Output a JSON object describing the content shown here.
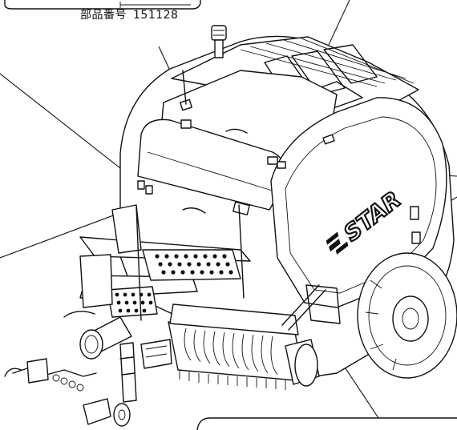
{
  "diagram": {
    "part_number_caption": "部品番号",
    "part_number_value": "151128",
    "brand_decal_text": "STAR",
    "label_callouts": [
      {
        "name": "top-left-callout"
      },
      {
        "name": "left-callout"
      },
      {
        "name": "top-right-callout"
      },
      {
        "name": "right-callout"
      },
      {
        "name": "bottom-right-callout"
      }
    ]
  }
}
